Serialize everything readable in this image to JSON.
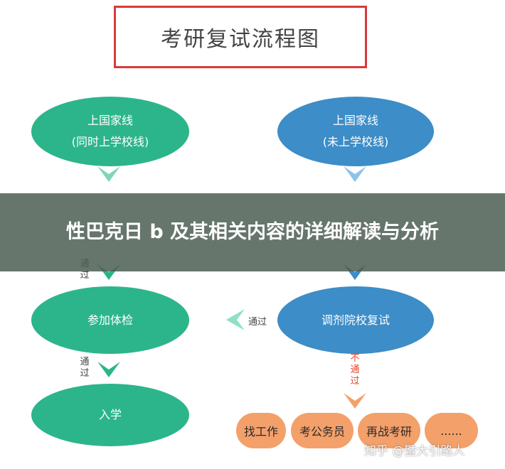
{
  "title": "考研复试流程图",
  "left_column": {
    "top_line1": "上国家线",
    "top_line2": "(同时上学校线)",
    "label_pass1": "通过",
    "checkup": "参加体检",
    "label_pass2": "通过",
    "admit": "入学"
  },
  "right_column": {
    "top_line1": "上国家线",
    "top_line2": "(未上学校线)",
    "adjust": "调剂院校复试",
    "label_pass": "通过",
    "label_fail": "不通过"
  },
  "outcomes": [
    "找工作",
    "考公务员",
    "再战考研",
    "......"
  ],
  "banner": "性巴克日 b 及其相关内容的详细解读与分析",
  "watermark": "知乎 @暨大引路人",
  "colors": {
    "green": "#2cb58a",
    "blue": "#3c8dc8",
    "orange": "#f4a06a",
    "title_border": "#d93a3a"
  }
}
